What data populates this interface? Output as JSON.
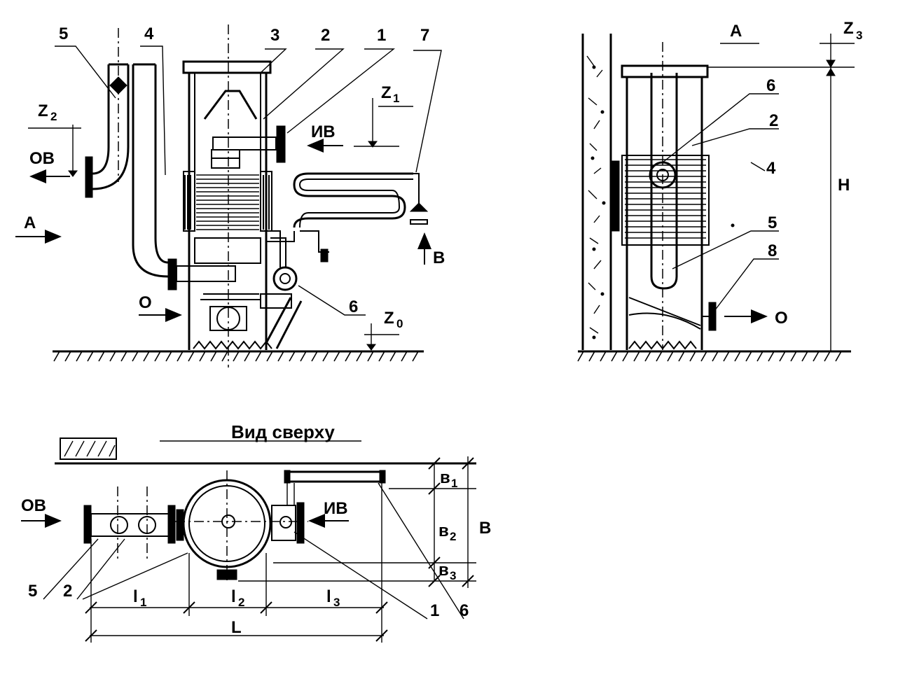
{
  "side_view": {
    "labels": {
      "n1": "1",
      "n2": "2",
      "n3": "3",
      "n4": "4",
      "n5": "5",
      "n7": "7",
      "n6": "6",
      "z1": "Z",
      "z1_sub": "1",
      "z2": "Z",
      "z2_sub": "2",
      "z0": "Z",
      "z0_sub": "0",
      "iv": "ИВ",
      "ov": "ОВ",
      "a": "А",
      "o": "О",
      "b": "В"
    }
  },
  "view_a": {
    "labels": {
      "title": "А",
      "z3": "Z",
      "z3_sub": "3",
      "h": "H",
      "n6": "6",
      "n2": "2",
      "n4": "4",
      "n5": "5",
      "n8": "8",
      "o": "О"
    }
  },
  "top_view": {
    "title": "Вид сверху",
    "labels": {
      "ov": "ОВ",
      "iv": "ИВ",
      "b1": "в",
      "b1_sub": "1",
      "b2": "в",
      "b2_sub": "2",
      "b3": "в",
      "b3_sub": "3",
      "b": "В",
      "n5": "5",
      "n2": "2",
      "n1": "1",
      "n6": "6",
      "l1": "l",
      "l1_sub": "1",
      "l2": "l",
      "l2_sub": "2",
      "l3": "l",
      "l3_sub": "3",
      "L": "L"
    }
  }
}
